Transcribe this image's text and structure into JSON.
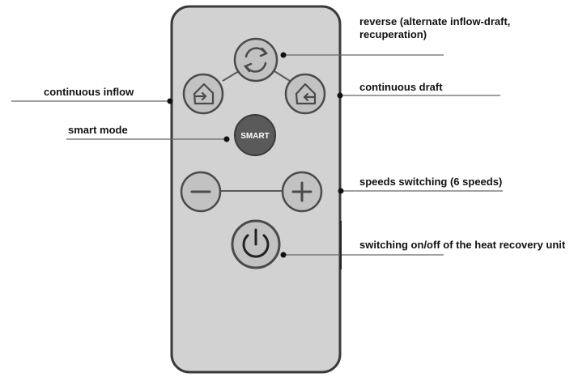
{
  "remote": {
    "buttons": {
      "smart": "SMART"
    }
  },
  "labels": {
    "reverse": [
      "reverse (alternate inflow-draft,",
      "recuperation)"
    ],
    "continuous_inflow": "continuous inflow",
    "continuous_draft": "continuous draft",
    "smart_mode": "smart mode",
    "speeds": "speeds switching (6 speeds)",
    "power": "switching on/off of the heat recovery unit"
  },
  "colors": {
    "body_fill": "#d2d2d2",
    "body_stroke": "#3a3a3a",
    "button_fill": "#c2c2c2",
    "icon_stroke": "#4a4a4a",
    "smart_button_fill": "#5a5a5a",
    "label_text": "#111111",
    "leader_line": "#666666",
    "dot": "#111111"
  },
  "icons": {
    "reverse": "rotate-arrows-icon",
    "inflow": "house-arrow-in-icon",
    "draft": "house-arrow-out-icon",
    "minus": "minus-icon",
    "plus": "plus-icon",
    "power": "power-icon"
  }
}
